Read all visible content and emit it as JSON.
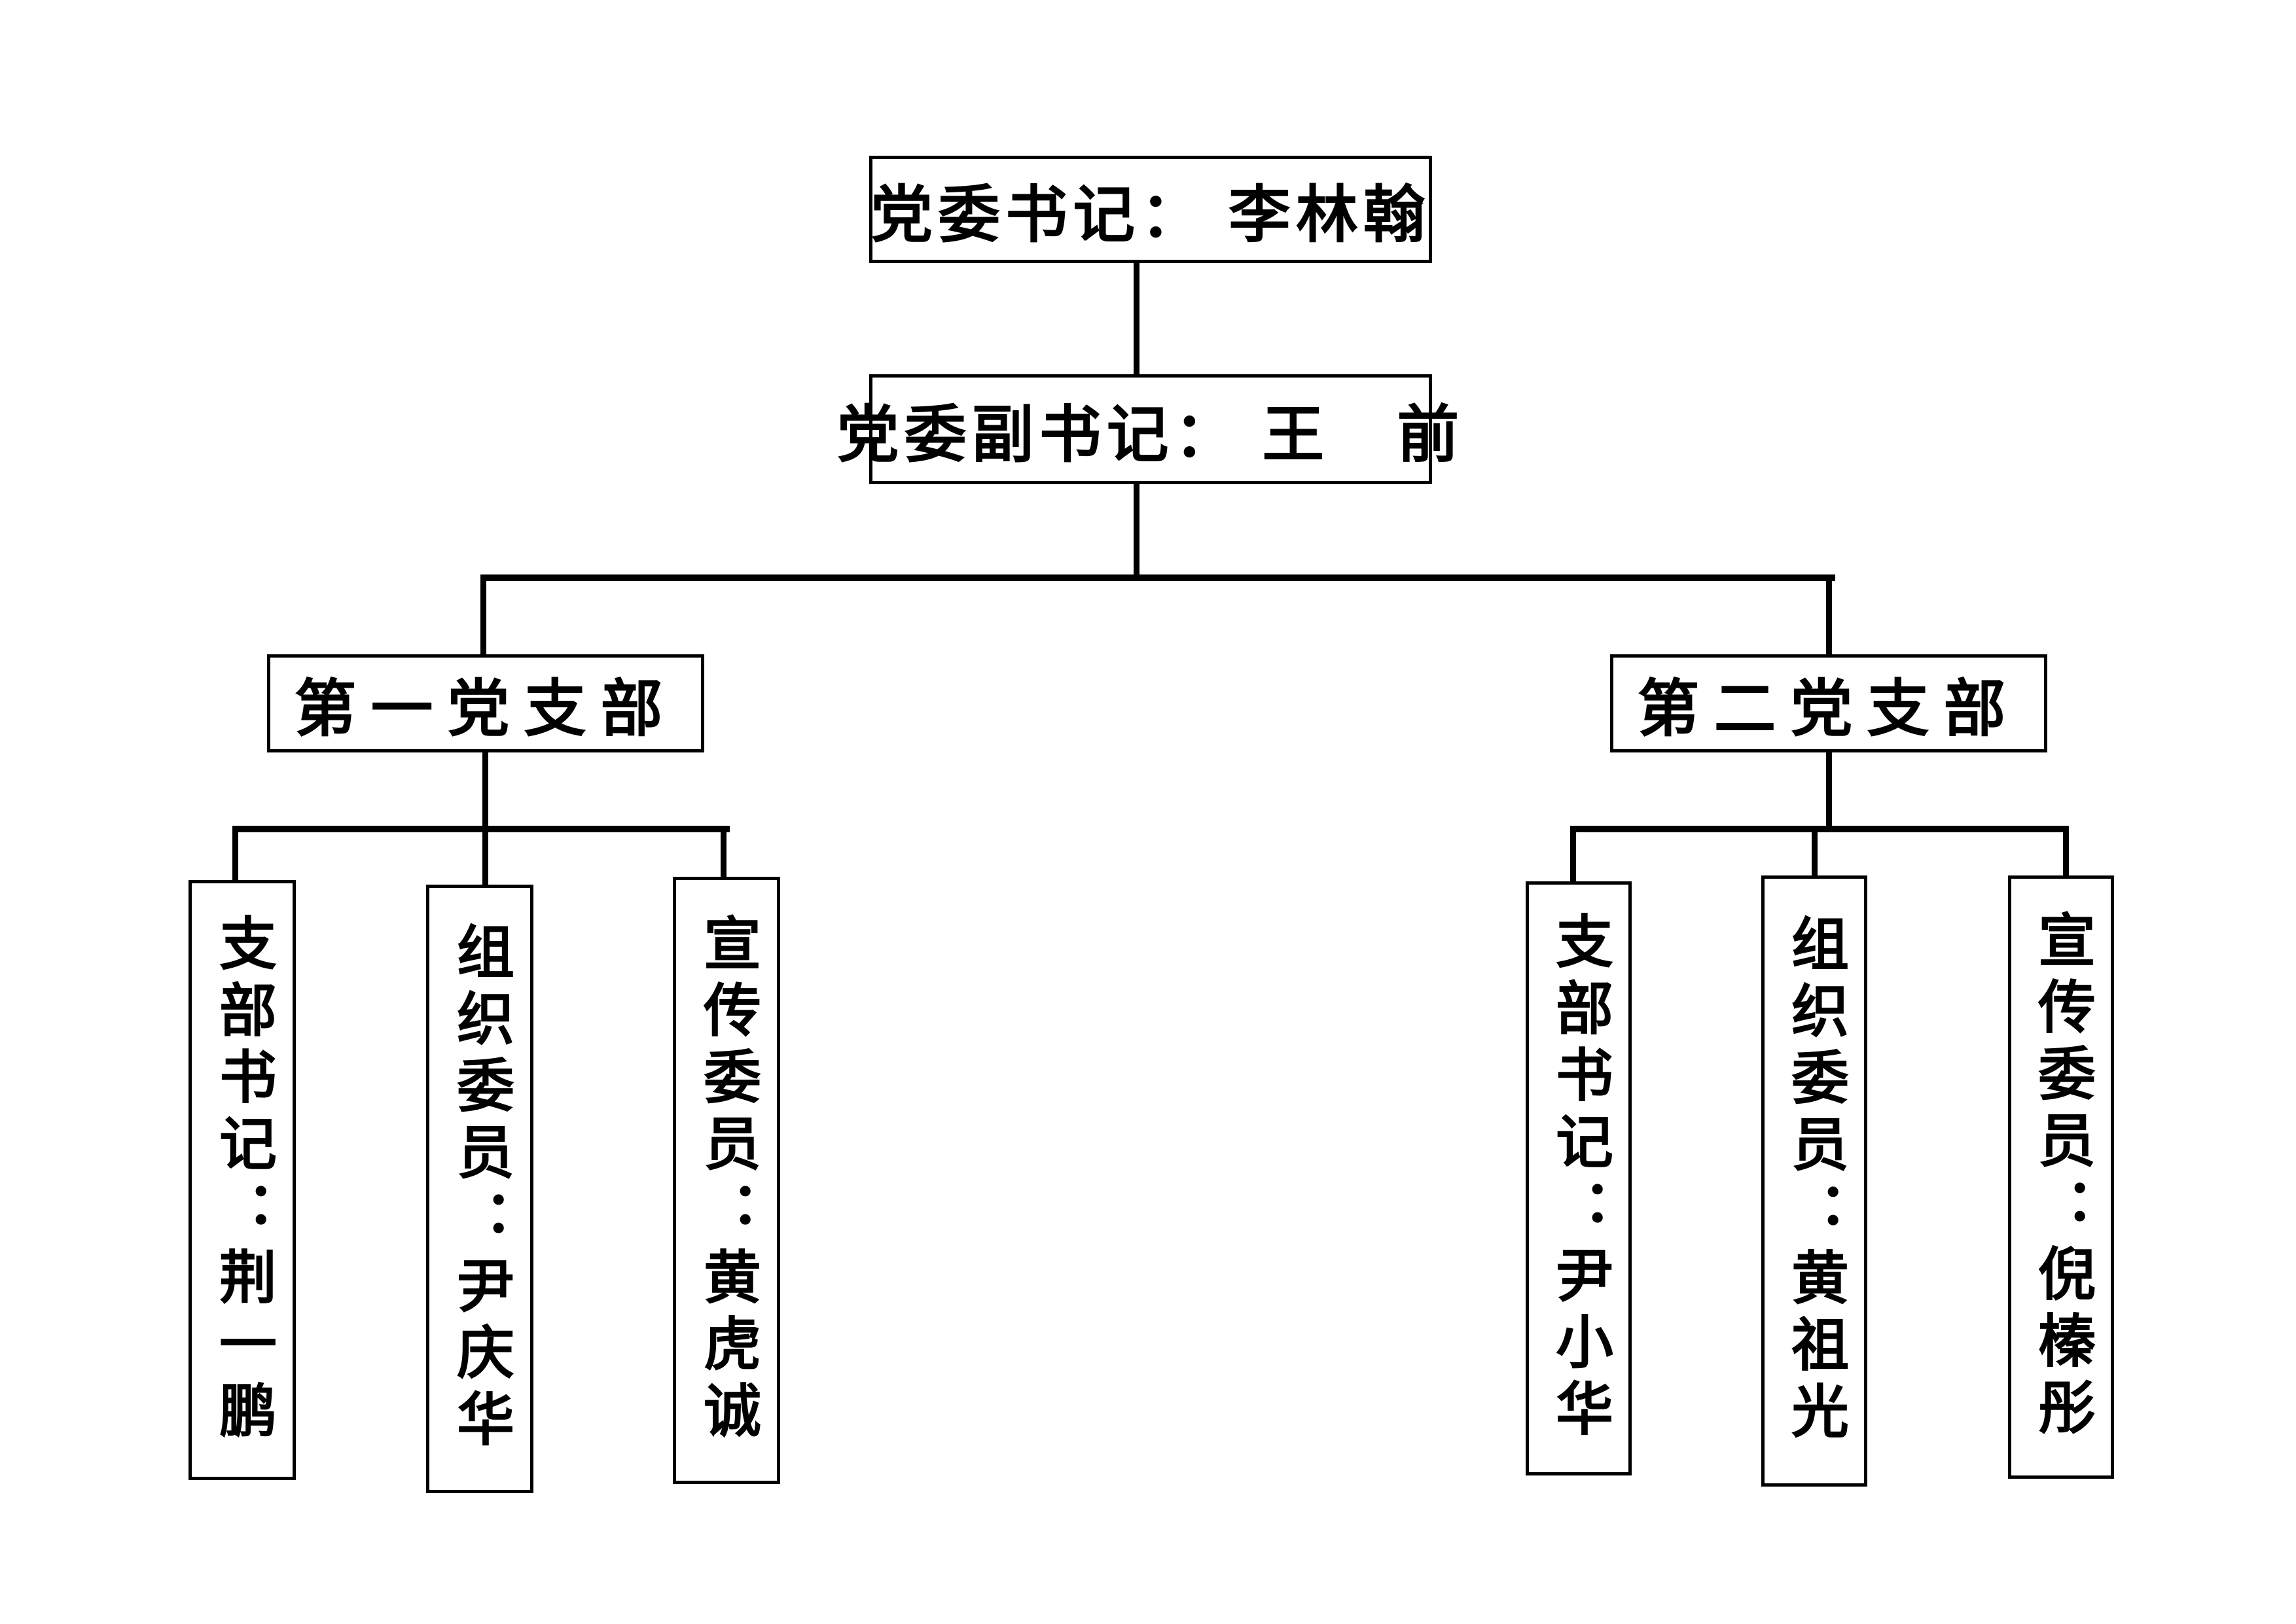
{
  "page": {
    "background": "#ffffff",
    "line_color": "#000000",
    "text_color": "#000000"
  },
  "org": {
    "party_secretary": {
      "label": "党委书记： 李林翰"
    },
    "deputy_secretary": {
      "label": "党委副书记： 王　前"
    },
    "branches": [
      {
        "label": "第一党支部",
        "members": [
          "支部书记：荆一鹏",
          "组织委员：尹庆华",
          "宣传委员：黄虎诚"
        ]
      },
      {
        "label": "第二党支部",
        "members": [
          "支部书记：尹小华",
          "组织委员：黄祖光",
          "宣传委员：倪榛彤"
        ]
      }
    ]
  }
}
